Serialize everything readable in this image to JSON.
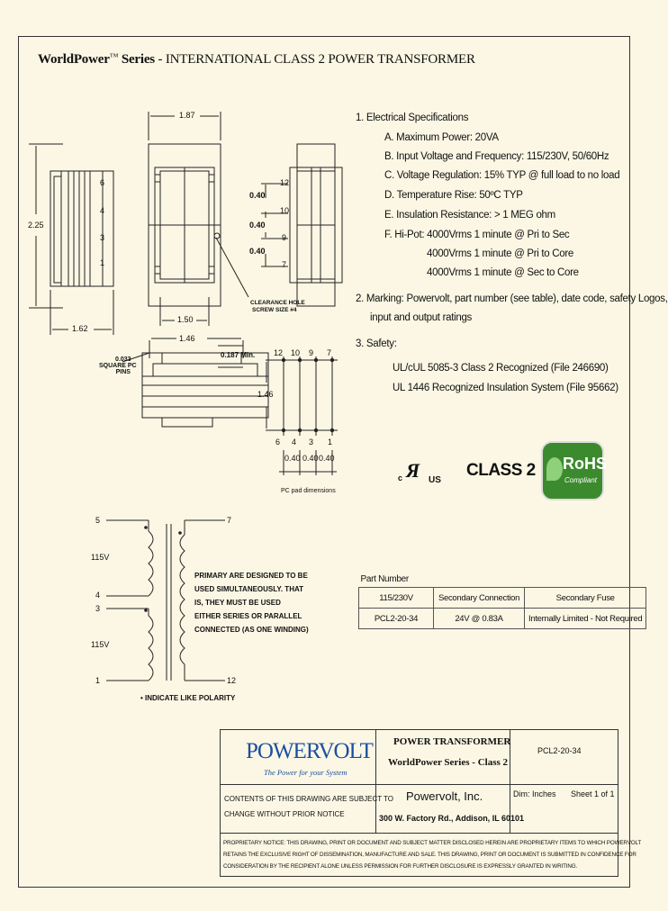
{
  "title": {
    "brand": "WorldPower",
    "tm": "™",
    "series": "Series",
    "rest": "- INTERNATIONAL CLASS 2 POWER TRANSFORMER"
  },
  "specs": {
    "s1": "1.   Electrical Specifications",
    "a": "A.   Maximum Power: 20VA",
    "b": "B.   Input Voltage and Frequency: 115/230V, 50/60Hz",
    "c": "C.   Voltage Regulation: 15% TYP @ full load to no load",
    "d": "D.   Temperature Rise: 50ºC TYP",
    "e": "E.   Insulation Resistance: > 1 MEG ohm",
    "f1": "F.   Hi-Pot:  4000Vrms 1 minute @ Pri to Sec",
    "f2": "4000Vrms 1 minute @ Pri to Core",
    "f3": "4000Vrms 1 minute @ Sec to Core",
    "s2a": "2.   Marking: Powervolt, part number (see table), date code, safety Logos,",
    "s2b": "input and output ratings",
    "s3": "3.   Safety:",
    "s3a": "UL/cUL 5085-3 Class 2  Recognized (File 246690)",
    "s3b": "UL 1446 Recognized Insulation System (File 95662)"
  },
  "dims": {
    "d187": "1.87",
    "d225": "2.25",
    "d162": "1.62",
    "d150": "1.50",
    "d146a": "1.46",
    "d0187": "0.187 Min.",
    "d033a": "0.033",
    "d033b": "SQUARE PC",
    "d033c": "PINS",
    "d040a": "0.40",
    "d040b": "0.40",
    "d040c": "0.40",
    "d146b": "1.46",
    "b040a": "0.40",
    "b040b": "0.40",
    "b040c": "0.40",
    "clear1": "CLEARANCE HOLE",
    "clear2": "SCREW SIZE #4",
    "pcpad": "PC pad dimensions"
  },
  "pins": {
    "front": [
      "6",
      "4",
      "3",
      "1"
    ],
    "side": [
      "12",
      "10",
      "9",
      "7"
    ],
    "padTop": [
      "12",
      "10",
      "9",
      "7"
    ],
    "padBot": [
      "6",
      "4",
      "3",
      "1"
    ]
  },
  "schematic": {
    "p5": "5",
    "p4": "4",
    "p3": "3",
    "p1": "1",
    "p7": "7",
    "p12": "12",
    "v1": "115V",
    "v2": "115V",
    "note1": "PRIMARY ARE DESIGNED TO BE",
    "note2": "USED SIMULTANEOUSLY. THAT",
    "note3": "IS, THEY MUST BE USED",
    "note4": "EITHER SERIES OR PARALLEL",
    "note5": "CONNECTED (AS ONE WINDING)",
    "polarity": "• INDICATE LIKE POLARITY"
  },
  "class2": "CLASS 2",
  "rohs": {
    "big": "RoHS",
    "small": "Compliant"
  },
  "ul": {
    "c": "c",
    "us": "US"
  },
  "partTable": {
    "caption": "Part Number",
    "headers": [
      "115/230V",
      "Secondary Connection",
      "Secondary Fuse"
    ],
    "row": [
      "PCL2-20-34",
      "24V @ 0.83A",
      "Internally Limited - Not Required"
    ]
  },
  "titleBlock": {
    "logo": "POWERVOLT",
    "tagline": "The Power for your System",
    "product1": "POWER TRANSFORMER",
    "product2": "WorldPower Series - Class 2",
    "partNo": "PCL2-20-34",
    "contents1": "CONTENTS OF THIS DRAWING ARE SUBJECT TO",
    "contents2": "CHANGE WITHOUT PRIOR NOTICE",
    "company": "Powervolt, Inc.",
    "address": "300 W. Factory Rd., Addison, IL 60101",
    "dim": "Dim: Inches",
    "sheet": "Sheet 1 of 1",
    "prop1": "PROPRIETARY NOTICE: THIS DRAWING, PRINT OR DOCUMENT AND SUBJECT MATTER DISCLOSED HEREIN ARE PROPRIETARY ITEMS TO WHICH POWERVOLT",
    "prop2": "RETAINS THE EXCLUSIVE RIGHT OF DISSEMINATION, MANUFACTURE AND SALE. THIS DRAWING, PRINT OR DOCUMENT IS SUBMITTED IN CONFIDENCE FOR",
    "prop3": "CONSIDERATION BY THE RECIPIENT ALONE UNLESS PERMISSION FOR FURTHER DISCLOSURE IS EXPRESSLY GRANTED IN WRITING."
  },
  "colors": {
    "rohsGreen": "#3c8a2e",
    "logoBlue": "#1c4fa0",
    "border": "#333333"
  }
}
